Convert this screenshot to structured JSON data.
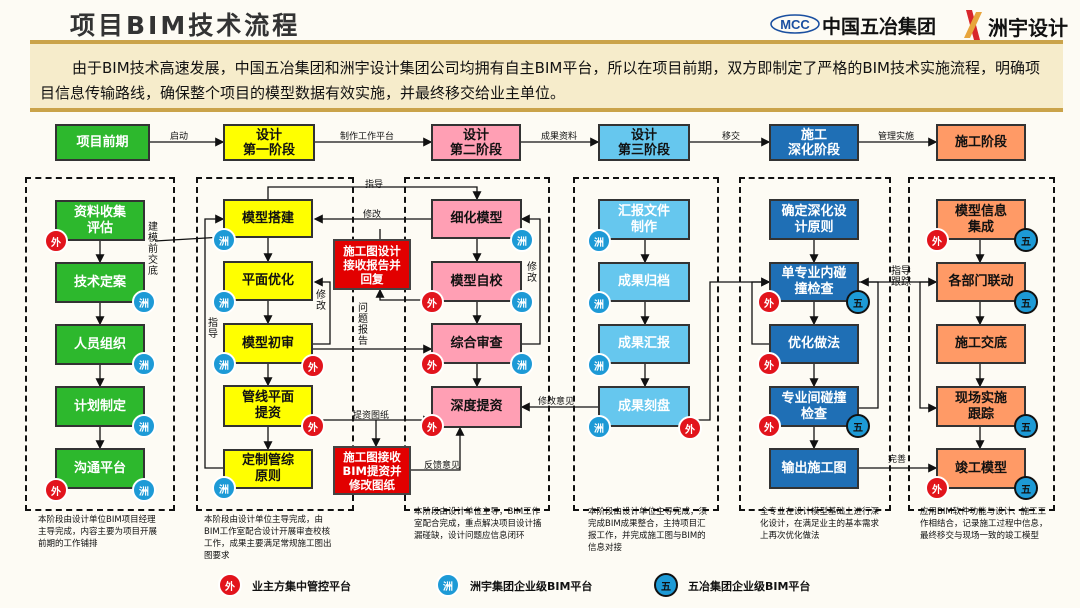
{
  "title": "项目BIM技术流程",
  "logos": {
    "mcc_text": "中国五冶集团",
    "zhouyu_text": "洲宇设计"
  },
  "intro": "由于BIM技术高速发展，中国五冶集团和洲宇设计集团公司均拥有自主BIM平台，所以在项目前期，双方即制定了严格的BIM技术实施流程，明确项目信息传输路线，确保整个项目的模型数据有效实施，并最终移交给业主单位。",
  "top_flow": {
    "stages": [
      "项目前期",
      "设计\n第一阶段",
      "设计\n第二阶段",
      "设计\n第三阶段",
      "施工\n深化阶段",
      "施工阶段"
    ],
    "arrows": [
      "启动",
      "制作工作平台",
      "成果资料",
      "移交",
      "管理实施"
    ]
  },
  "col1": {
    "boxes": [
      "资料收集\n评估",
      "技术定案",
      "人员组织",
      "计划制定",
      "沟通平台"
    ],
    "side_label": "建模前交底",
    "note": "本阶段由设计单位BIM项目经理主导完成，内容主要为项目开展前期的工作铺排"
  },
  "col2": {
    "boxes": [
      "模型搭建",
      "平面优化",
      "模型初审",
      "管线平面\n提资",
      "定制管综\n原则"
    ],
    "red_boxes": [
      "施工图设计\n接收报告并\n回复",
      "施工图接收\nBIM提资并\n修改图纸"
    ],
    "labels": {
      "guide_top": "指导",
      "modify_top": "修改",
      "modify_side": "修改",
      "guide_left": "指导",
      "problem_report": "问题报告",
      "submit_drawings": "提资图纸",
      "feedback": "反馈意见"
    },
    "note": "本阶段由设计单位主导完成，由BIM工作室配合设计开展审查校核工作，成果主要满足常规施工图出图要求"
  },
  "col3": {
    "boxes": [
      "细化模型",
      "模型自校",
      "综合审查",
      "深度提资"
    ],
    "labels": {
      "modify_side": "修改",
      "modify_opinion": "修改意见"
    },
    "note": "本阶段由设计单位主导，BIM工作室配合完成，重点解决项目设计搐漏碰缺，设计问题应信息闭环"
  },
  "col4": {
    "boxes": [
      "汇报文件\n制作",
      "成果归档",
      "成果汇报",
      "成果刻盘"
    ],
    "note": "本阶段由设计单位主导完成，须完成BIM成果整合，主持项目汇报工作，并完成施工图与BIM的信息对接"
  },
  "col5": {
    "boxes": [
      "确定深化设\n计原则",
      "单专业内碰\n撞检查",
      "优化做法",
      "专业间碰撞\n检查",
      "输出施工图"
    ],
    "labels": {
      "guide_track": "指导跟踪",
      "complete": "完善"
    },
    "note": "全专业在设计模型基础上进行深化设计，在满足业主的基本需求上再次优化做法"
  },
  "col6": {
    "boxes": [
      "模型信息\n集成",
      "各部门联动",
      "施工交底",
      "现场实施\n跟踪",
      "竣工模型"
    ],
    "note": "应用BIM软件功能与设计、施工工作相结合，记录施工过程中信息，最终移交与现场一致的竣工模型"
  },
  "badges": {
    "wai": "外",
    "zhou": "洲",
    "wu": "五"
  },
  "legend": [
    "业主方集中管控平台",
    "洲宇集团企业级BIM平台",
    "五冶集团企业级BIM平台"
  ],
  "colors": {
    "green": "#2db82d",
    "yellow": "#ffff00",
    "pink": "#ff9fb4",
    "light_blue": "#66c7ee",
    "dark_blue": "#1f6fb5",
    "orange": "#ff9a66",
    "red": "#e20000"
  }
}
